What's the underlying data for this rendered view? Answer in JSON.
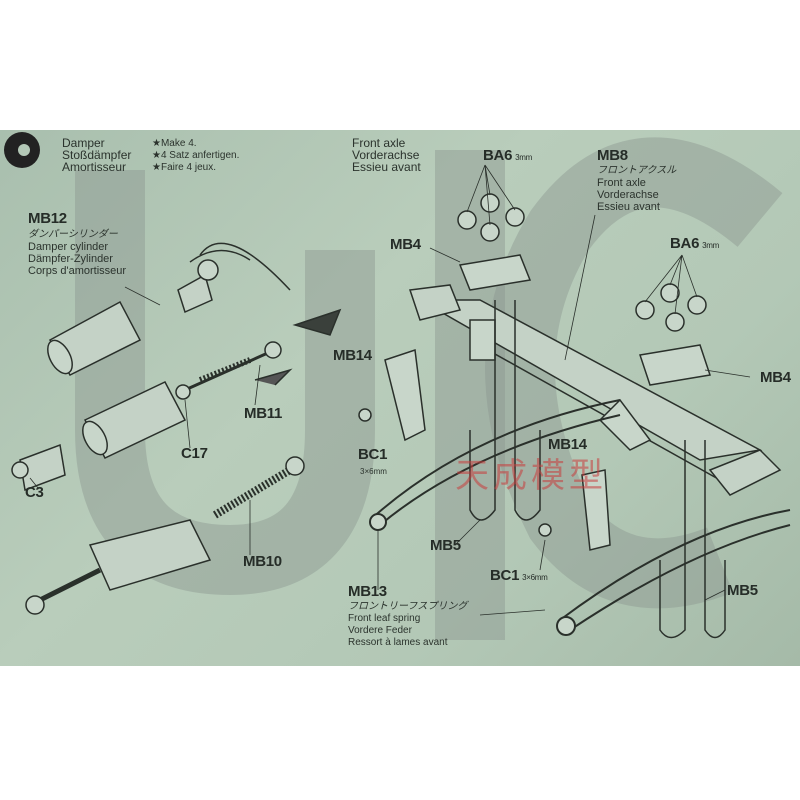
{
  "step": {
    "title_lines": [
      "Damper",
      "Stoßdämpfer",
      "Amortisseur"
    ],
    "instruction_lines": [
      "★Make 4.",
      "★4 Satz anfertigen.",
      "★Faire 4 jeux."
    ],
    "section2_lines": [
      "Front axle",
      "Vorderachse",
      "Essieu avant"
    ]
  },
  "parts": {
    "mb12": {
      "code": "MB12",
      "lines": [
        "ダンパーシリンダー",
        "Damper cylinder",
        "Dämpfer-Zylinder",
        "Corps d'amortisseur"
      ]
    },
    "mb8": {
      "code": "MB8",
      "lines": [
        "フロントアクスル",
        "Front axle",
        "Vorderachse",
        "Essieu avant"
      ]
    },
    "mb13": {
      "code": "MB13",
      "lines": [
        "フロントリーフスプリング",
        "Front leaf spring",
        "Vordere Feder",
        "Ressort à lames avant"
      ]
    },
    "ba6_a": {
      "code": "BA6",
      "size": "3mm"
    },
    "ba6_b": {
      "code": "BA6",
      "size": "3mm"
    },
    "mb4_a": "MB4",
    "mb4_b": "MB4",
    "mb14_a": "MB14",
    "mb14_b": "MB14",
    "mb11": "MB11",
    "c17": "C17",
    "c3": "C3",
    "mb10": "MB10",
    "mb5_a": "MB5",
    "mb5_b": "MB5",
    "bc1_a": {
      "code": "BC1",
      "size": "3×6mm"
    },
    "bc1_b": {
      "code": "BC1",
      "size": "3×6mm"
    }
  },
  "watermarks": {
    "logo": "UJC",
    "shop": "天成模型"
  },
  "colors": {
    "paper": "#b3c8b6",
    "ink": "#262d28",
    "watermark": "#8f9a93"
  }
}
